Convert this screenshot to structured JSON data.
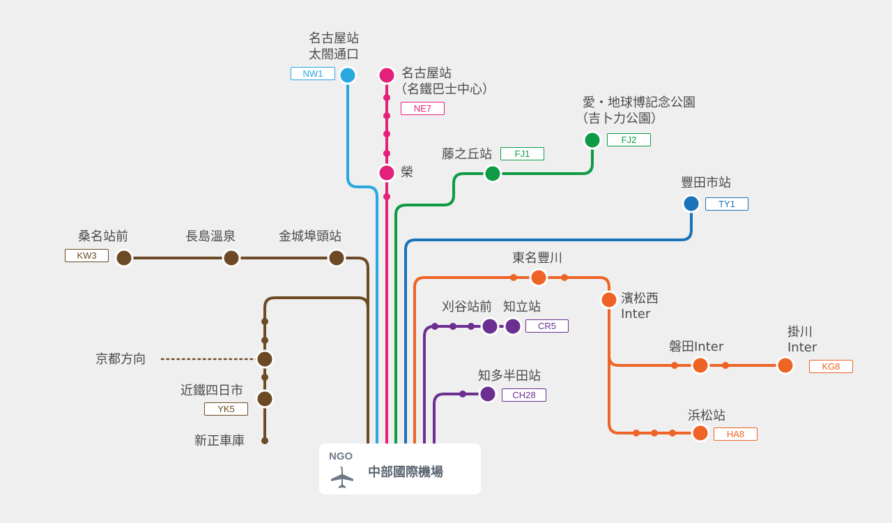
{
  "colors": {
    "nw": "#29a8e0",
    "ne": "#e3207a",
    "fj": "#0f9a45",
    "ty": "#1a72b9",
    "orange": "#ee6326",
    "purple": "#6a2f91",
    "brown": "#6b4a25"
  },
  "airport": {
    "code": "NGO",
    "name": "中部國際機場",
    "icon": "airplane-icon"
  },
  "stations": {
    "nw1": {
      "name1": "名古屋站",
      "name2": "太閤通口",
      "code": "NW1"
    },
    "ne7": {
      "name1": "名古屋站",
      "name2": "（名鐵巴士中心）",
      "code": "NE7"
    },
    "sakae": {
      "name": "榮"
    },
    "fj1": {
      "name": "藤之丘站",
      "code": "FJ1"
    },
    "fj2": {
      "name1": "愛・地球博記念公園",
      "name2": "（吉卜力公園）",
      "code": "FJ2"
    },
    "ty1": {
      "name": "豐田市站",
      "code": "TY1"
    },
    "kw3": {
      "name": "桑名站前",
      "code": "KW3"
    },
    "nagashima": {
      "name": "長島溫泉"
    },
    "kinjo": {
      "name": "金城埠頭站"
    },
    "kyoto": {
      "name": "京都方向"
    },
    "yk5": {
      "name": "近鐵四日市",
      "code": "YK5"
    },
    "shinsho": {
      "name": "新正車庫"
    },
    "higashimeitoyokawa": {
      "name": "東名豐川"
    },
    "hamamatsunishi": {
      "name1": "濱松西",
      "name2": "Inter"
    },
    "iwata": {
      "name": "磐田Inter"
    },
    "kg8": {
      "name1": "掛川",
      "name2": "Inter",
      "code": "KG8"
    },
    "ha8": {
      "name": "浜松站",
      "code": "HA8"
    },
    "kariya": {
      "name": "刈谷站前"
    },
    "cr5": {
      "name": "知立站",
      "code": "CR5"
    },
    "ch28": {
      "name": "知多半田站",
      "code": "CH28"
    }
  }
}
